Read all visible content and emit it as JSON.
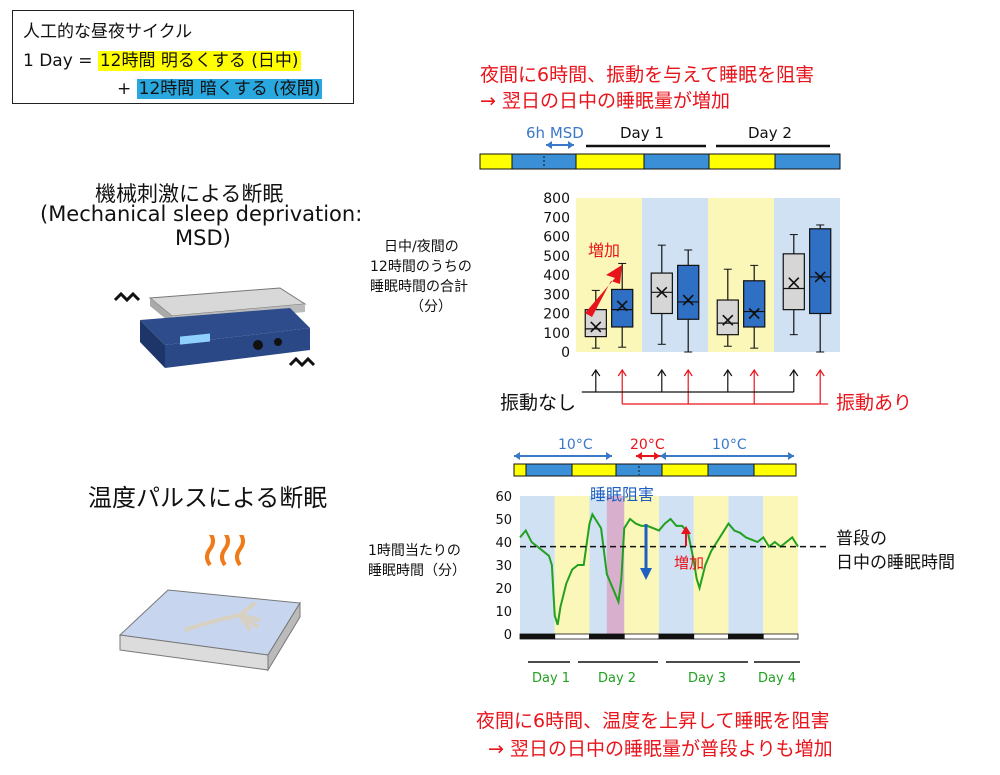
{
  "legend": {
    "title": "人工的な昼夜サイクル",
    "line1_prefix": "1 Day = ",
    "day_text": "12時間 明るくする (日中)",
    "line2_prefix": "+ ",
    "night_text": "12時間 暗くする (夜間)"
  },
  "msd": {
    "caption_line1": "夜間に6時間、振動を与えて睡眠を阻害",
    "caption_line2": "→ 翌日の日中の睡眠量が増加",
    "title_line1": "機械刺激による断眠",
    "title_line2": "(Mechanical sleep deprivation:",
    "title_line3": "MSD)",
    "timeline_msd": "6h MSD",
    "timeline_day1": "Day 1",
    "timeline_day2": "Day 2",
    "ylabel_line1": "日中/夜間の",
    "ylabel_line2": "12時間のうちの",
    "ylabel_line3": "睡眠時間の合計",
    "ylabel_line4": "（分）",
    "increase_label": "増加",
    "no_vibration": "振動なし",
    "vibration": "振動あり"
  },
  "temp": {
    "title": "温度パルスによる断眠",
    "temp_left": "10°C",
    "temp_mid": "20°C",
    "temp_right": "10°C",
    "disruption_label": "睡眠阻害",
    "increase_label": "増加",
    "ylabel_line1": "1時間当たりの",
    "ylabel_line2": "睡眠時間（分）",
    "baseline_line1": "普段の",
    "baseline_line2": "日中の睡眠時間",
    "days": [
      "Day 1",
      "Day 2",
      "Day 3",
      "Day 4"
    ],
    "caption_line1": "夜間に6時間、温度を上昇して睡眠を阻害",
    "caption_line2": "→ 翌日の日中の睡眠量が普段よりも増加"
  },
  "colors": {
    "day": "#ffff00",
    "night": "#3a8fd6",
    "panel_day": "#fbf7b8",
    "panel_night": "#cfe1f2",
    "red": "#e8141b",
    "green": "#22a020",
    "box_gray": "#d6d6d6",
    "box_blue": "#2f6fc4"
  },
  "chart_data": [
    {
      "type": "box",
      "ylim": [
        0,
        800
      ],
      "yticks": [
        0,
        100,
        200,
        300,
        400,
        500,
        600,
        700,
        800
      ],
      "periods": [
        "day",
        "night",
        "day",
        "night"
      ],
      "series": [
        {
          "name": "振動なし",
          "boxes": [
            {
              "min": 20,
              "q1": 80,
              "median": 120,
              "q3": 220,
              "max": 320,
              "mean": 130
            },
            {
              "min": 40,
              "q1": 200,
              "median": 310,
              "q3": 410,
              "max": 555,
              "mean": 310
            },
            {
              "min": 30,
              "q1": 90,
              "median": 150,
              "q3": 270,
              "max": 430,
              "mean": 165
            },
            {
              "min": 90,
              "q1": 220,
              "median": 330,
              "q3": 510,
              "max": 610,
              "mean": 360
            }
          ]
        },
        {
          "name": "振動あり",
          "boxes": [
            {
              "min": 25,
              "q1": 130,
              "median": 220,
              "q3": 325,
              "max": 460,
              "mean": 240
            },
            {
              "min": 0,
              "q1": 170,
              "median": 260,
              "q3": 450,
              "max": 530,
              "mean": 270
            },
            {
              "min": 20,
              "q1": 130,
              "median": 210,
              "q3": 370,
              "max": 450,
              "mean": 200
            },
            {
              "min": 0,
              "q1": 200,
              "median": 390,
              "q3": 640,
              "max": 660,
              "mean": 390
            }
          ]
        }
      ]
    },
    {
      "type": "line",
      "ylim": [
        0,
        60
      ],
      "yticks": [
        0,
        10,
        20,
        30,
        40,
        50,
        60
      ],
      "xlim": [
        0,
        96
      ],
      "baseline": 38,
      "shading": [
        {
          "from": 0,
          "to": 12,
          "period": "night"
        },
        {
          "from": 12,
          "to": 24,
          "period": "day"
        },
        {
          "from": 24,
          "to": 36,
          "period": "night"
        },
        {
          "from": 36,
          "to": 48,
          "period": "day"
        },
        {
          "from": 48,
          "to": 60,
          "period": "night"
        },
        {
          "from": 60,
          "to": 72,
          "period": "day"
        },
        {
          "from": 72,
          "to": 84,
          "period": "night"
        },
        {
          "from": 84,
          "to": 96,
          "period": "day"
        }
      ],
      "pulse": {
        "from": 30,
        "to": 36
      },
      "series": [
        {
          "x": [
            0,
            2,
            4,
            6,
            8,
            10,
            11,
            12,
            13,
            14,
            16,
            18,
            20,
            22,
            24,
            25,
            26,
            28,
            30,
            32,
            34,
            35,
            36,
            38,
            40,
            42,
            44,
            46,
            48,
            50,
            52,
            54,
            56,
            58,
            60,
            61,
            62,
            64,
            66,
            68,
            70,
            72,
            74,
            76,
            78,
            80,
            82,
            84,
            86,
            88,
            90,
            92,
            94,
            96
          ],
          "y": [
            42,
            45,
            40,
            38,
            36,
            34,
            30,
            8,
            4,
            12,
            22,
            28,
            30,
            30,
            48,
            52,
            50,
            46,
            26,
            20,
            14,
            24,
            46,
            50,
            48,
            47,
            47,
            46,
            45,
            48,
            50,
            47,
            47,
            44,
            32,
            24,
            20,
            30,
            36,
            40,
            44,
            48,
            45,
            44,
            42,
            41,
            40,
            42,
            38,
            40,
            38,
            40,
            42,
            38
          ]
        }
      ]
    }
  ]
}
